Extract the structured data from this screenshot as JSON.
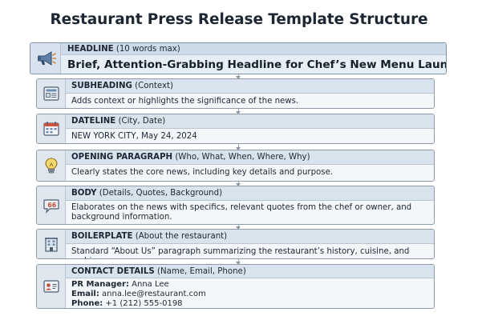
{
  "title": "Restaurant Press Release Template Structure",
  "sections": {
    "headline": {
      "name": "HEADLINE",
      "note": "(10 words max)",
      "content": "Brief, Attention-Grabbing Headline for Chef’s New Menu Launch",
      "icon": "megaphone-icon"
    },
    "subheading": {
      "name": "SUBHEADING",
      "note": "(Context)",
      "content": "Adds context or highlights the significance of the news.",
      "icon": "newspaper-icon"
    },
    "dateline": {
      "name": "DATELINE",
      "note": "(City, Date)",
      "content": "NEW YORK CITY, May 24, 2024",
      "icon": "calendar-icon"
    },
    "opening": {
      "name": "OPENING PARAGRAPH",
      "note": "(Who, What, When, Where, Why)",
      "content": "Clearly states the core news, including key details and purpose.",
      "icon": "lightbulb-icon"
    },
    "body": {
      "name": "BODY",
      "note": "(Details, Quotes, Background)",
      "content": "Elaborates on the news with specifics, relevant quotes from the chef or owner, and background information.",
      "icon": "quote-bubble-icon"
    },
    "boilerplate": {
      "name": "BOILERPLATE",
      "note": "(About the restaurant)",
      "content": "Standard “About Us” paragraph summarizing the restaurant’s history, cuisine, and ambiance.",
      "icon": "building-icon"
    },
    "contact": {
      "name": "CONTACT DETAILS",
      "note": "(Name, Email, Phone)",
      "manager_label": "PR Manager:",
      "manager_value": "Anna Lee",
      "email_label": "Email:",
      "email_value": "anna.lee@restaurant.com",
      "phone_label": "Phone:",
      "phone_value": "+1 (212) 555-0198",
      "icon": "contact-card-icon"
    }
  }
}
